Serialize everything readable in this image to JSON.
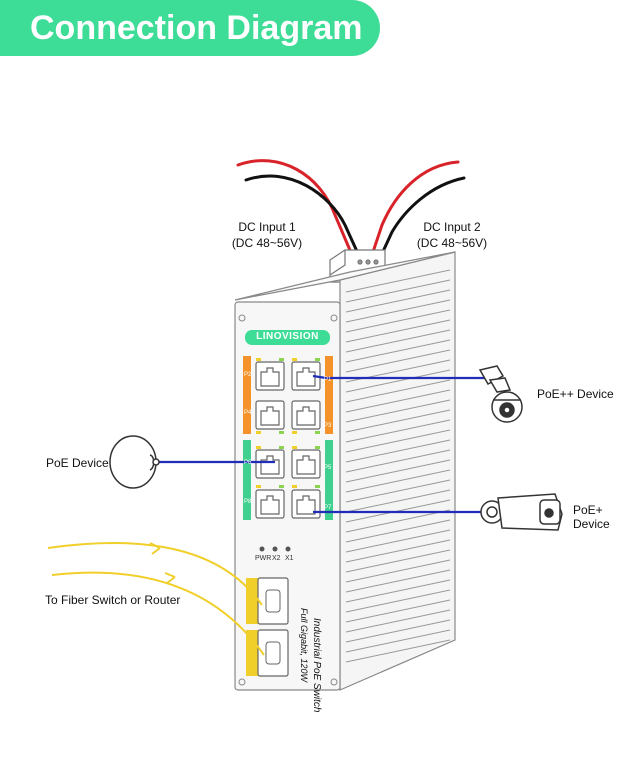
{
  "title": "Connection Diagram",
  "dc_input_1": {
    "line1": "DC Input 1",
    "line2": "(DC 48~56V)"
  },
  "dc_input_2": {
    "line1": "DC Input 2",
    "line2": "(DC 48~56V)"
  },
  "brand": "LINOVISION",
  "port_labels": [
    "P2",
    "P1",
    "P4",
    "P3",
    "P6",
    "P5",
    "P8",
    "P7"
  ],
  "led_labels": [
    "PWR",
    "X2",
    "X1"
  ],
  "product_name": "Industrial PoE Switch",
  "product_spec": "Full Gigabit, 120W",
  "devices": {
    "poe_plus_plus": "PoE++ Device",
    "poe": "PoE Device",
    "poe_plus": "PoE+ Device",
    "fiber": "To Fiber Switch or Router"
  },
  "colors": {
    "accent": "#3ddc97",
    "group_orange": "#f5932a",
    "group_green": "#3fcf8e",
    "cable_blue": "#1f2db8",
    "fiber_yellow": "#f1cf2a",
    "wire_red": "#d8232a"
  }
}
